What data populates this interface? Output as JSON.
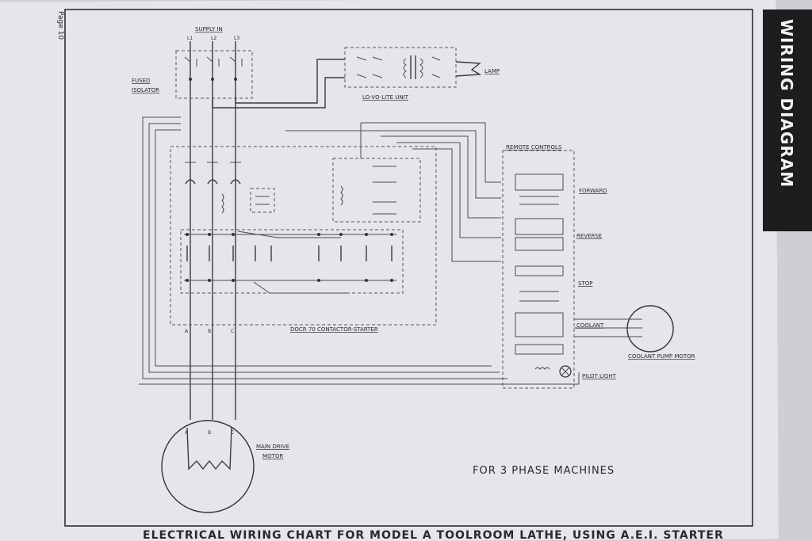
{
  "page_number": "Page 10",
  "banner": "WIRING DIAGRAM",
  "labels": {
    "supply_in": "SUPPLY IN",
    "phases_top": [
      "L1",
      "L2",
      "L3"
    ],
    "fused_isolator": [
      "FUSED",
      "ISOLATOR"
    ],
    "lo_vo_lite": "LO-VO-LITE UNIT",
    "lamp": "LAMP",
    "remote_controls": "REMOTE CONTROLS",
    "forward": "FORWARD",
    "reverse": "REVERSE",
    "stop": "STOP",
    "coolant": "COOLANT",
    "coolant_pump_motor": "COOLANT PUMP MOTOR",
    "pilot_light": "PILOT LIGHT",
    "contactor_starter": "DOCR 70 CONTACTOR-STARTER",
    "main_drive_motor": [
      "MAIN DRIVE",
      "MOTOR"
    ],
    "motor_terminals": [
      "A",
      "B",
      "C"
    ],
    "line_letters": [
      "A",
      "B",
      "C"
    ]
  },
  "phase_note": "FOR 3 PHASE MACHINES",
  "caption": "ELECTRICAL WIRING CHART FOR MODEL A TOOLROOM LATHE, USING A.E.I. STARTER"
}
